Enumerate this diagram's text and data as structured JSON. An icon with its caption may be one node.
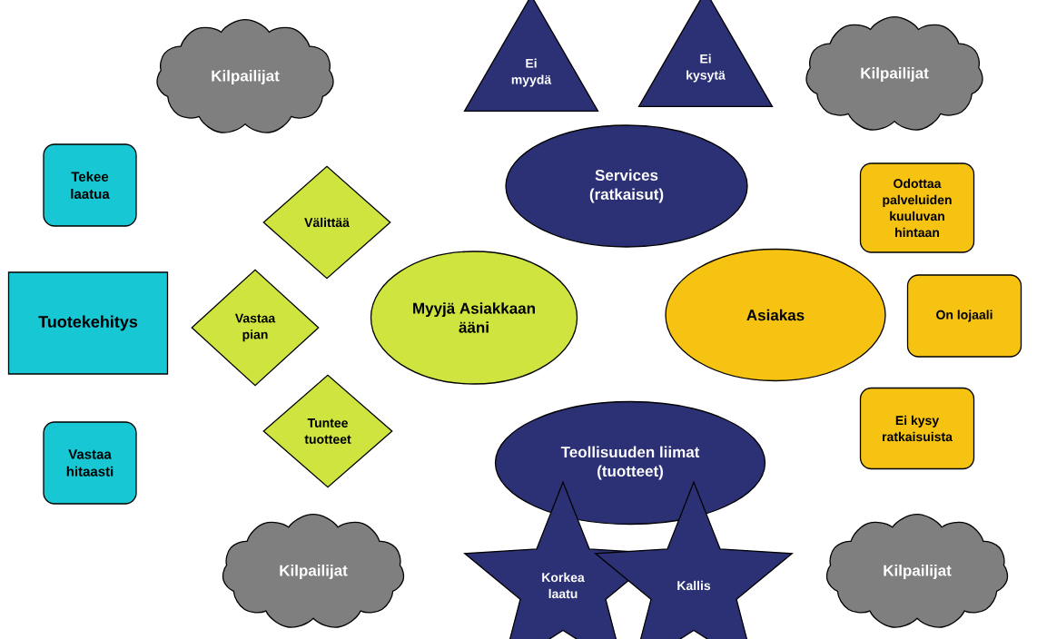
{
  "diagram": {
    "nodes": [
      {
        "text": [
          "Kilpailijat"
        ]
      },
      {
        "text": [
          "Ei myydä"
        ]
      },
      {
        "text": [
          "Ei kysytä"
        ]
      },
      {
        "text": [
          "Kilpailijat"
        ]
      },
      {
        "text": [
          "Tekee laatua"
        ]
      },
      {
        "text": [
          "Services (ratkaisut)"
        ]
      },
      {
        "text": [
          "Välittää"
        ]
      },
      {
        "text": [
          "Odottaa palveluiden kuuluvan hintaan"
        ]
      },
      {
        "text": [
          "Tuotekehitys"
        ]
      },
      {
        "text": [
          "Vastaa pian"
        ]
      },
      {
        "text": [
          "Myyjä Asiakkaan ääni"
        ]
      },
      {
        "text": [
          "Asiakas"
        ]
      },
      {
        "text": [
          "On lojaali"
        ]
      },
      {
        "text": [
          "Tuntee tuotteet"
        ]
      },
      {
        "text": [
          "Ei kysy ratkaisuista"
        ]
      },
      {
        "text": [
          "Vastaa hitaasti"
        ]
      },
      {
        "text": [
          "Teollisuuden liimat (tuotteet)"
        ]
      },
      {
        "text": [
          "Kilpailijat"
        ]
      },
      {
        "text": [
          "Korkea laatu"
        ]
      },
      {
        "text": [
          "Kallis"
        ]
      },
      {
        "text": [
          "Kilpailijat"
        ]
      }
    ]
  }
}
